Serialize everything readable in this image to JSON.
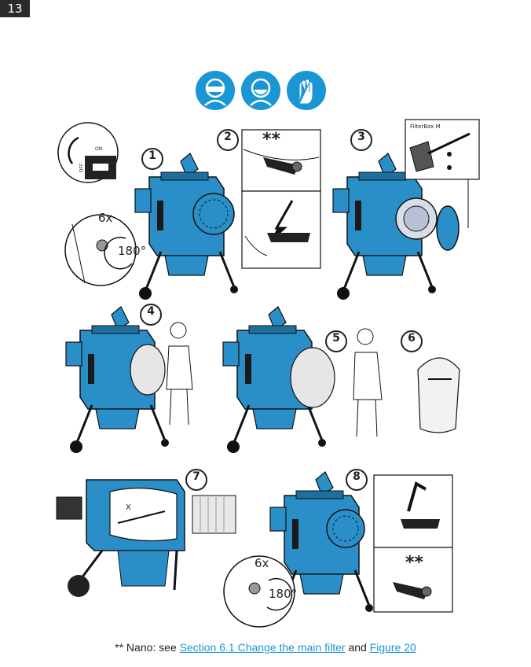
{
  "page": {
    "number": "13"
  },
  "ppe_icons": [
    "face-shield-icon",
    "dust-mask-icon",
    "gloves-icon"
  ],
  "steps": [
    "1",
    "2",
    "3",
    "4",
    "5",
    "6",
    "7",
    "8"
  ],
  "annotations": {
    "on": "ON",
    "off": "OFF",
    "turns": "6x",
    "angle": "180°",
    "nano_marker": "**",
    "filterbox": "FilterBox M",
    "x_mark": "X"
  },
  "footer": {
    "prefix": "** Nano: see",
    "link1": "Section 6.1 Change the main filter",
    "middle": "and",
    "link2": "Figure 20"
  },
  "colors": {
    "accent": "#1a96d4",
    "machine": "#2a8fc9",
    "ink": "#222222"
  }
}
